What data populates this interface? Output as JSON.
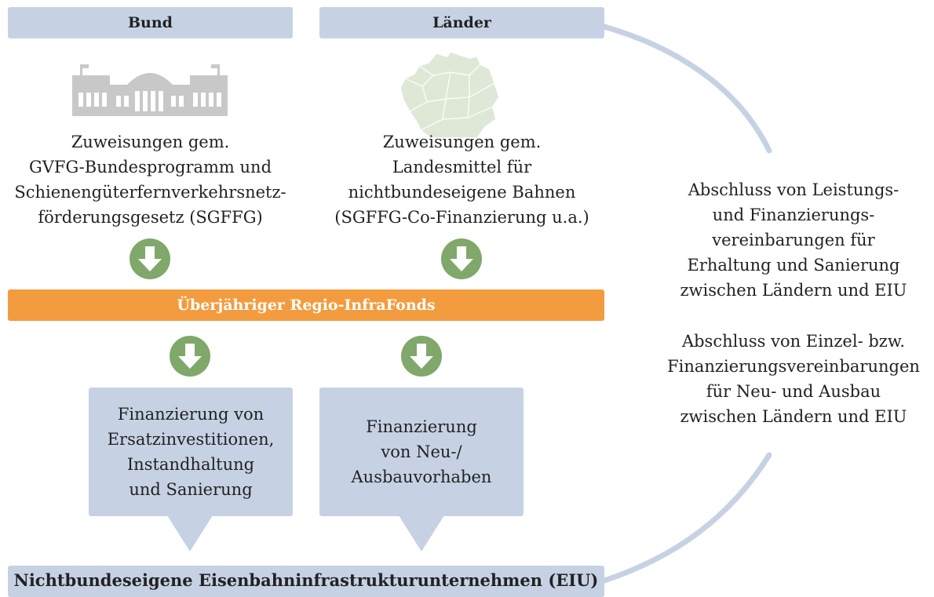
{
  "headers": {
    "bund": "Bund",
    "laender": "Länder"
  },
  "bund_text": "Zuweisungen gem.\nGVFG-Bundesprogramm und\nSchienengüterfernverkehrsnetz-\nförderungsgesetz (SGFFG)",
  "laender_text": "Zuweisungen gem.\nLandesmittel für\nnichtbundeseigene Bahnen\n(SGFFG-Co-Finanzierung u.a.)",
  "fonds": "Überjähriger Regio-InfraFonds",
  "boxes": {
    "ersatz": "Finanzierung von\nErsatzinvestitionen,\nInstandhaltung\nund Sanierung",
    "neu": "Finanzierung\nvon Neu-/\nAusbauvorhaben"
  },
  "eiu": "Nichtbundeseigene Eisenbahninfrastrukturunternehmen (EIU)",
  "side_text_1": "Abschluss von Leistungs-\nund Finanzierungs-\nvereinbarungen für\nErhaltung und Sanierung\nzwischen Ländern und EIU",
  "side_text_2": "Abschluss von Einzel- bzw.\nFinanzierungsvereinbarungen\nfür Neu- und Ausbau\nzwischen Ländern und EIU",
  "colors": {
    "header_bg": "#c6d2e4",
    "fonds_bg": "#f39c3f",
    "arrow_green": "#7fa86a",
    "arc": "#c6d2e4",
    "building_gray": "#c8c8c8",
    "map_green": "#dfe8d6"
  },
  "icons": {
    "bund": "bundestag-building-icon",
    "laender": "germany-map-icon",
    "arrows": "down-arrow-circle-icon"
  }
}
